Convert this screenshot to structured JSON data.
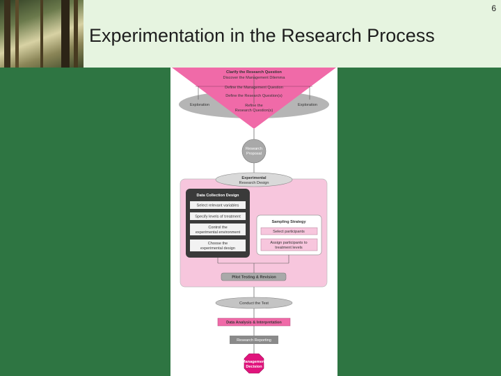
{
  "slide": {
    "page_number": "6",
    "title": "Experimentation in the Research Process"
  },
  "diagram": {
    "funnel": {
      "clarify": "Clarify the Research Question",
      "discover": "Discover the Management Dilemma",
      "define_mgmt": "Define the Management Question",
      "define_research": "Define the Research Question(s)",
      "refine_1": "Refine the",
      "refine_2": "Research Question(s)",
      "exploration_left": "Exploration",
      "exploration_right": "Exploration"
    },
    "proposal_1": "Research",
    "proposal_2": "Proposal",
    "exp_design_1": "Experimental",
    "exp_design_2": "Research Design",
    "data_collection": {
      "title": "Data Collection Design",
      "select_variables": "Select relevant variables",
      "specify_levels": "Specify levels of treatment",
      "control_1": "Control the",
      "control_2": "experimental environment",
      "choose_1": "Choose the",
      "choose_2": "experimental design"
    },
    "sampling": {
      "title": "Sampling Strategy",
      "select_participants": "Select participants",
      "assign_1": "Assign participants to",
      "assign_2": "treatment levels"
    },
    "pilot": "Pilot Testing & Revision",
    "conduct": "Conduct the Test",
    "analysis": "Data Analysis & Interpretation",
    "reporting": "Research Reporting",
    "decision_1": "Management",
    "decision_2": "Decision"
  },
  "colors": {
    "background_green": "#2e7542",
    "header_mint": "#e6f4e0",
    "funnel_pink": "#f06aa8",
    "panel_pink": "#f7c6dd",
    "ellipse_gray": "#b5b5b5",
    "box_dark": "#3a3a3a",
    "decision_magenta": "#e0147c"
  }
}
